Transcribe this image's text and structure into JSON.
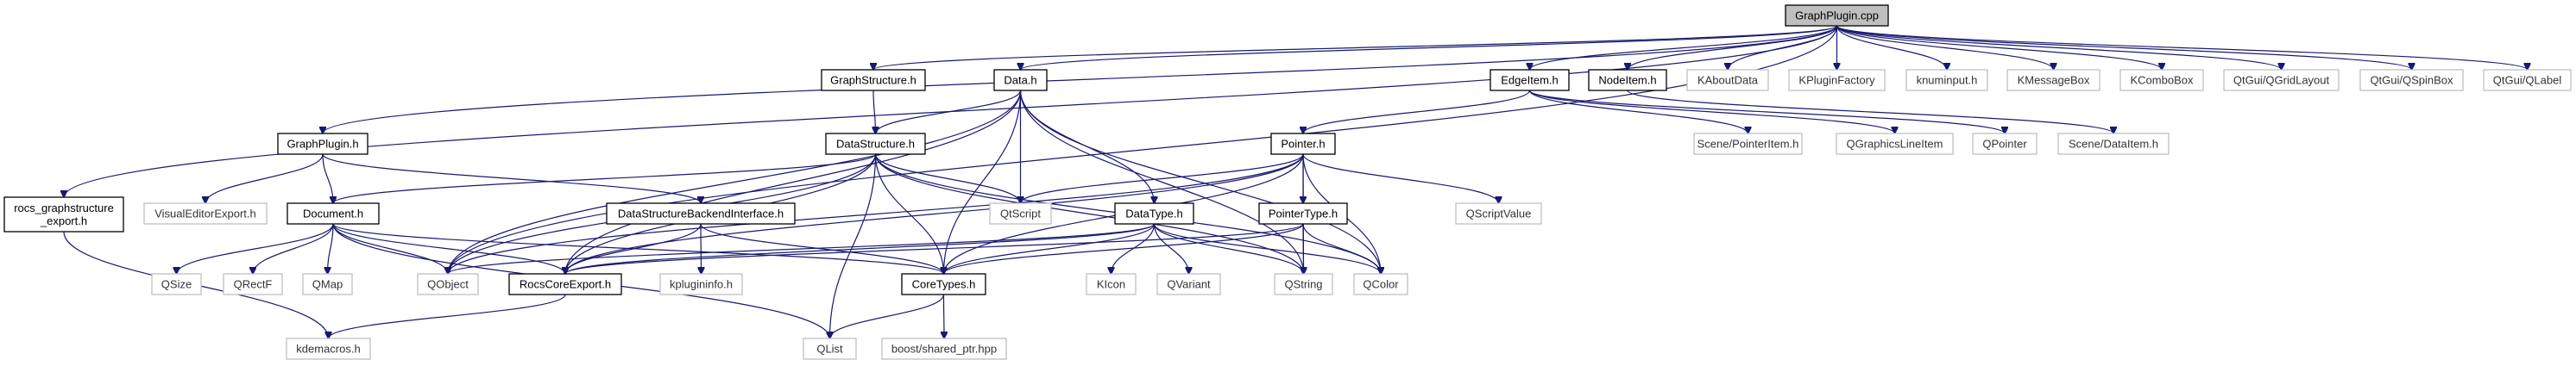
{
  "diagram": {
    "title": "GraphPlugin.cpp include dependency graph",
    "colors": {
      "edge": "#191970",
      "root_fill": "#bfbfbf",
      "internal_border": "#000000",
      "external_border": "#bfbfbf"
    },
    "nodes": [
      {
        "id": "graphplugin_cpp",
        "label": "GraphPlugin.cpp",
        "kind": "root"
      },
      {
        "id": "graphstructure_h",
        "label": "GraphStructure.h",
        "kind": "internal"
      },
      {
        "id": "data_h",
        "label": "Data.h",
        "kind": "internal"
      },
      {
        "id": "edgeitem_h",
        "label": "EdgeItem.h",
        "kind": "internal"
      },
      {
        "id": "nodeitem_h",
        "label": "NodeItem.h",
        "kind": "internal"
      },
      {
        "id": "kaboutdata",
        "label": "KAboutData",
        "kind": "external"
      },
      {
        "id": "kpluginfactory",
        "label": "KPluginFactory",
        "kind": "external"
      },
      {
        "id": "knuminput_h",
        "label": "knuminput.h",
        "kind": "external"
      },
      {
        "id": "kmessagebox",
        "label": "KMessageBox",
        "kind": "external"
      },
      {
        "id": "kcombobox",
        "label": "KComboBox",
        "kind": "external"
      },
      {
        "id": "qgridlayout",
        "label": "QtGui/QGridLayout",
        "kind": "external"
      },
      {
        "id": "qspinbox",
        "label": "QtGui/QSpinBox",
        "kind": "external"
      },
      {
        "id": "qlabel",
        "label": "QtGui/QLabel",
        "kind": "external"
      },
      {
        "id": "graphplugin_h",
        "label": "GraphPlugin.h",
        "kind": "internal"
      },
      {
        "id": "datastructure_h",
        "label": "DataStructure.h",
        "kind": "internal"
      },
      {
        "id": "pointer_h",
        "label": "Pointer.h",
        "kind": "internal"
      },
      {
        "id": "pointeritem_h",
        "label": "Scene/PointerItem.h",
        "kind": "external"
      },
      {
        "id": "qgraphicslineitem",
        "label": "QGraphicsLineItem",
        "kind": "external"
      },
      {
        "id": "qpointer",
        "label": "QPointer",
        "kind": "external"
      },
      {
        "id": "dataitem_h",
        "label": "Scene/DataItem.h",
        "kind": "external"
      },
      {
        "id": "rocs_export_h",
        "label": "rocs_graphstructure\n_export.h",
        "kind": "internal"
      },
      {
        "id": "visualeditorexport_h",
        "label": "VisualEditorExport.h",
        "kind": "external"
      },
      {
        "id": "document_h",
        "label": "Document.h",
        "kind": "internal"
      },
      {
        "id": "dsbackend_h",
        "label": "DataStructureBackendInterface.h",
        "kind": "internal"
      },
      {
        "id": "qtscript",
        "label": "QtScript",
        "kind": "external"
      },
      {
        "id": "datatype_h",
        "label": "DataType.h",
        "kind": "internal"
      },
      {
        "id": "pointertype_h",
        "label": "PointerType.h",
        "kind": "internal"
      },
      {
        "id": "qscriptvalue",
        "label": "QScriptValue",
        "kind": "external"
      },
      {
        "id": "qsize",
        "label": "QSize",
        "kind": "external"
      },
      {
        "id": "qrectf",
        "label": "QRectF",
        "kind": "external"
      },
      {
        "id": "qmap",
        "label": "QMap",
        "kind": "external"
      },
      {
        "id": "qobject",
        "label": "QObject",
        "kind": "external"
      },
      {
        "id": "rocscoreexport_h",
        "label": "RocsCoreExport.h",
        "kind": "internal"
      },
      {
        "id": "kplugininfo_h",
        "label": "kplugininfo.h",
        "kind": "external"
      },
      {
        "id": "coretypes_h",
        "label": "CoreTypes.h",
        "kind": "internal"
      },
      {
        "id": "kicon",
        "label": "KIcon",
        "kind": "external"
      },
      {
        "id": "qvariant",
        "label": "QVariant",
        "kind": "external"
      },
      {
        "id": "qstring",
        "label": "QString",
        "kind": "external"
      },
      {
        "id": "qcolor",
        "label": "QColor",
        "kind": "external"
      },
      {
        "id": "kdemacros_h",
        "label": "kdemacros.h",
        "kind": "external"
      },
      {
        "id": "qlist",
        "label": "QList",
        "kind": "external"
      },
      {
        "id": "shared_ptr_hpp",
        "label": "boost/shared_ptr.hpp",
        "kind": "external"
      }
    ],
    "edges": [
      [
        "graphplugin_cpp",
        "graphstructure_h"
      ],
      [
        "graphplugin_cpp",
        "data_h"
      ],
      [
        "graphplugin_cpp",
        "edgeitem_h"
      ],
      [
        "graphplugin_cpp",
        "nodeitem_h"
      ],
      [
        "graphplugin_cpp",
        "kaboutdata"
      ],
      [
        "graphplugin_cpp",
        "kpluginfactory"
      ],
      [
        "graphplugin_cpp",
        "knuminput_h"
      ],
      [
        "graphplugin_cpp",
        "kmessagebox"
      ],
      [
        "graphplugin_cpp",
        "kcombobox"
      ],
      [
        "graphplugin_cpp",
        "qgridlayout"
      ],
      [
        "graphplugin_cpp",
        "qspinbox"
      ],
      [
        "graphplugin_cpp",
        "qlabel"
      ],
      [
        "graphplugin_cpp",
        "graphplugin_h"
      ],
      [
        "graphplugin_cpp",
        "rocs_export_h"
      ],
      [
        "graphplugin_cpp",
        "qobject"
      ],
      [
        "graphstructure_h",
        "datastructure_h"
      ],
      [
        "data_h",
        "datastructure_h"
      ],
      [
        "data_h",
        "qtscript"
      ],
      [
        "data_h",
        "datatype_h"
      ],
      [
        "data_h",
        "coretypes_h"
      ],
      [
        "data_h",
        "rocscoreexport_h"
      ],
      [
        "data_h",
        "qobject"
      ],
      [
        "data_h",
        "qstring"
      ],
      [
        "data_h",
        "qcolor"
      ],
      [
        "edgeitem_h",
        "pointer_h"
      ],
      [
        "edgeitem_h",
        "pointeritem_h"
      ],
      [
        "edgeitem_h",
        "qgraphicslineitem"
      ],
      [
        "edgeitem_h",
        "qpointer"
      ],
      [
        "nodeitem_h",
        "dataitem_h"
      ],
      [
        "graphplugin_h",
        "visualeditorexport_h"
      ],
      [
        "graphplugin_h",
        "document_h"
      ],
      [
        "graphplugin_h",
        "dsbackend_h"
      ],
      [
        "datastructure_h",
        "document_h"
      ],
      [
        "datastructure_h",
        "qtscript"
      ],
      [
        "datastructure_h",
        "rocscoreexport_h"
      ],
      [
        "datastructure_h",
        "qobject"
      ],
      [
        "datastructure_h",
        "coretypes_h"
      ],
      [
        "datastructure_h",
        "qlist"
      ],
      [
        "datastructure_h",
        "qstring"
      ],
      [
        "datastructure_h",
        "qcolor"
      ],
      [
        "pointer_h",
        "pointertype_h"
      ],
      [
        "pointer_h",
        "qscriptvalue"
      ],
      [
        "pointer_h",
        "qtscript"
      ],
      [
        "pointer_h",
        "coretypes_h"
      ],
      [
        "pointer_h",
        "rocscoreexport_h"
      ],
      [
        "pointer_h",
        "qstring"
      ],
      [
        "pointer_h",
        "qcolor"
      ],
      [
        "pointer_h",
        "qobject"
      ],
      [
        "rocs_export_h",
        "kdemacros_h"
      ],
      [
        "document_h",
        "qsize"
      ],
      [
        "document_h",
        "qrectf"
      ],
      [
        "document_h",
        "qmap"
      ],
      [
        "document_h",
        "qobject"
      ],
      [
        "document_h",
        "rocscoreexport_h"
      ],
      [
        "document_h",
        "qlist"
      ],
      [
        "document_h",
        "coretypes_h"
      ],
      [
        "dsbackend_h",
        "rocscoreexport_h"
      ],
      [
        "dsbackend_h",
        "kplugininfo_h"
      ],
      [
        "dsbackend_h",
        "coretypes_h"
      ],
      [
        "datatype_h",
        "kicon"
      ],
      [
        "datatype_h",
        "qvariant"
      ],
      [
        "datatype_h",
        "qstring"
      ],
      [
        "datatype_h",
        "qcolor"
      ],
      [
        "datatype_h",
        "coretypes_h"
      ],
      [
        "datatype_h",
        "rocscoreexport_h"
      ],
      [
        "datatype_h",
        "qobject"
      ],
      [
        "pointertype_h",
        "qstring"
      ],
      [
        "pointertype_h",
        "qcolor"
      ],
      [
        "pointertype_h",
        "coretypes_h"
      ],
      [
        "pointertype_h",
        "rocscoreexport_h"
      ],
      [
        "rocscoreexport_h",
        "kdemacros_h"
      ],
      [
        "coretypes_h",
        "qlist"
      ],
      [
        "coretypes_h",
        "shared_ptr_hpp"
      ]
    ]
  }
}
